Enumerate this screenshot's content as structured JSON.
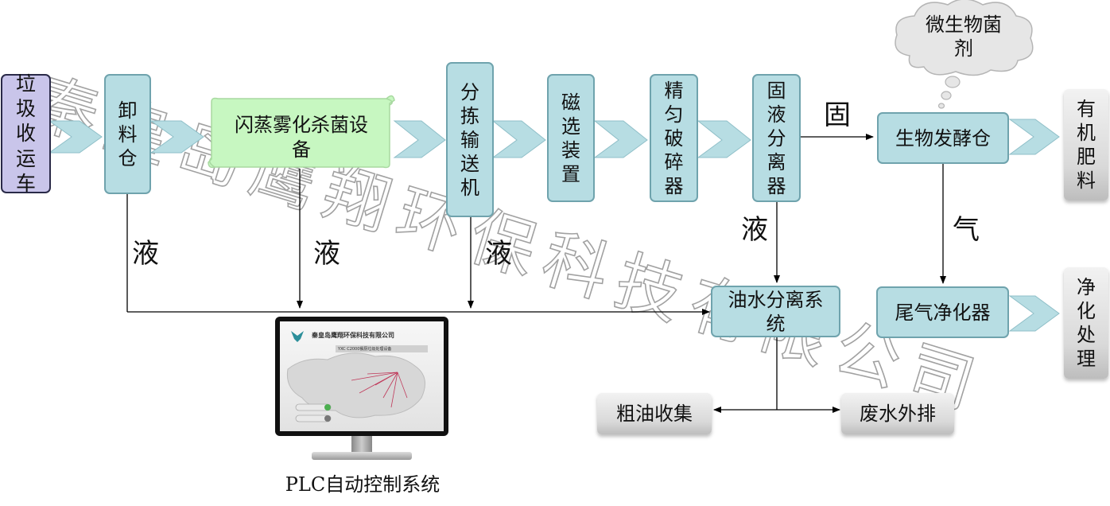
{
  "nodes": {
    "garbage_truck": "垃圾收运车",
    "unloading_bin": "卸料仓",
    "flash_sterilizer": "闪蒸雾化杀菌设备",
    "sorting_conveyor": "分拣输送机",
    "magnetic_separator": "磁选装置",
    "fine_crusher": "精匀破碎器",
    "solid_liquid_separator": "固液分离器",
    "bio_fermentation": "生物发酵仓",
    "oil_water_separation": "油水分离系统",
    "exhaust_purifier": "尾气净化器"
  },
  "microbe_cloud": "微生物菌剂",
  "outputs": {
    "organic_fertilizer": "有机肥料",
    "purification": "净化处理",
    "crude_oil": "粗油收集",
    "wastewater": "废水外排"
  },
  "edge_labels": {
    "liquid_1": "液",
    "liquid_2": "液",
    "liquid_3": "液",
    "liquid_4": "液",
    "solid": "固",
    "gas": "气"
  },
  "monitor": {
    "company": "秦皇岛鹰翔环保科技有限公司",
    "product": "YXC C2000餐厨垃圾处理设备",
    "caption": "PLC自动控制系统"
  },
  "watermark": "秦皇岛鹰翔环保科技有限公司",
  "colors": {
    "node_fill": "#b7dde3",
    "node_border": "#6fa3ad",
    "truck_fill": "#c9c5ea",
    "scroll_fill": "#c7f7c1",
    "arrow_fill": "#b7dde3"
  }
}
